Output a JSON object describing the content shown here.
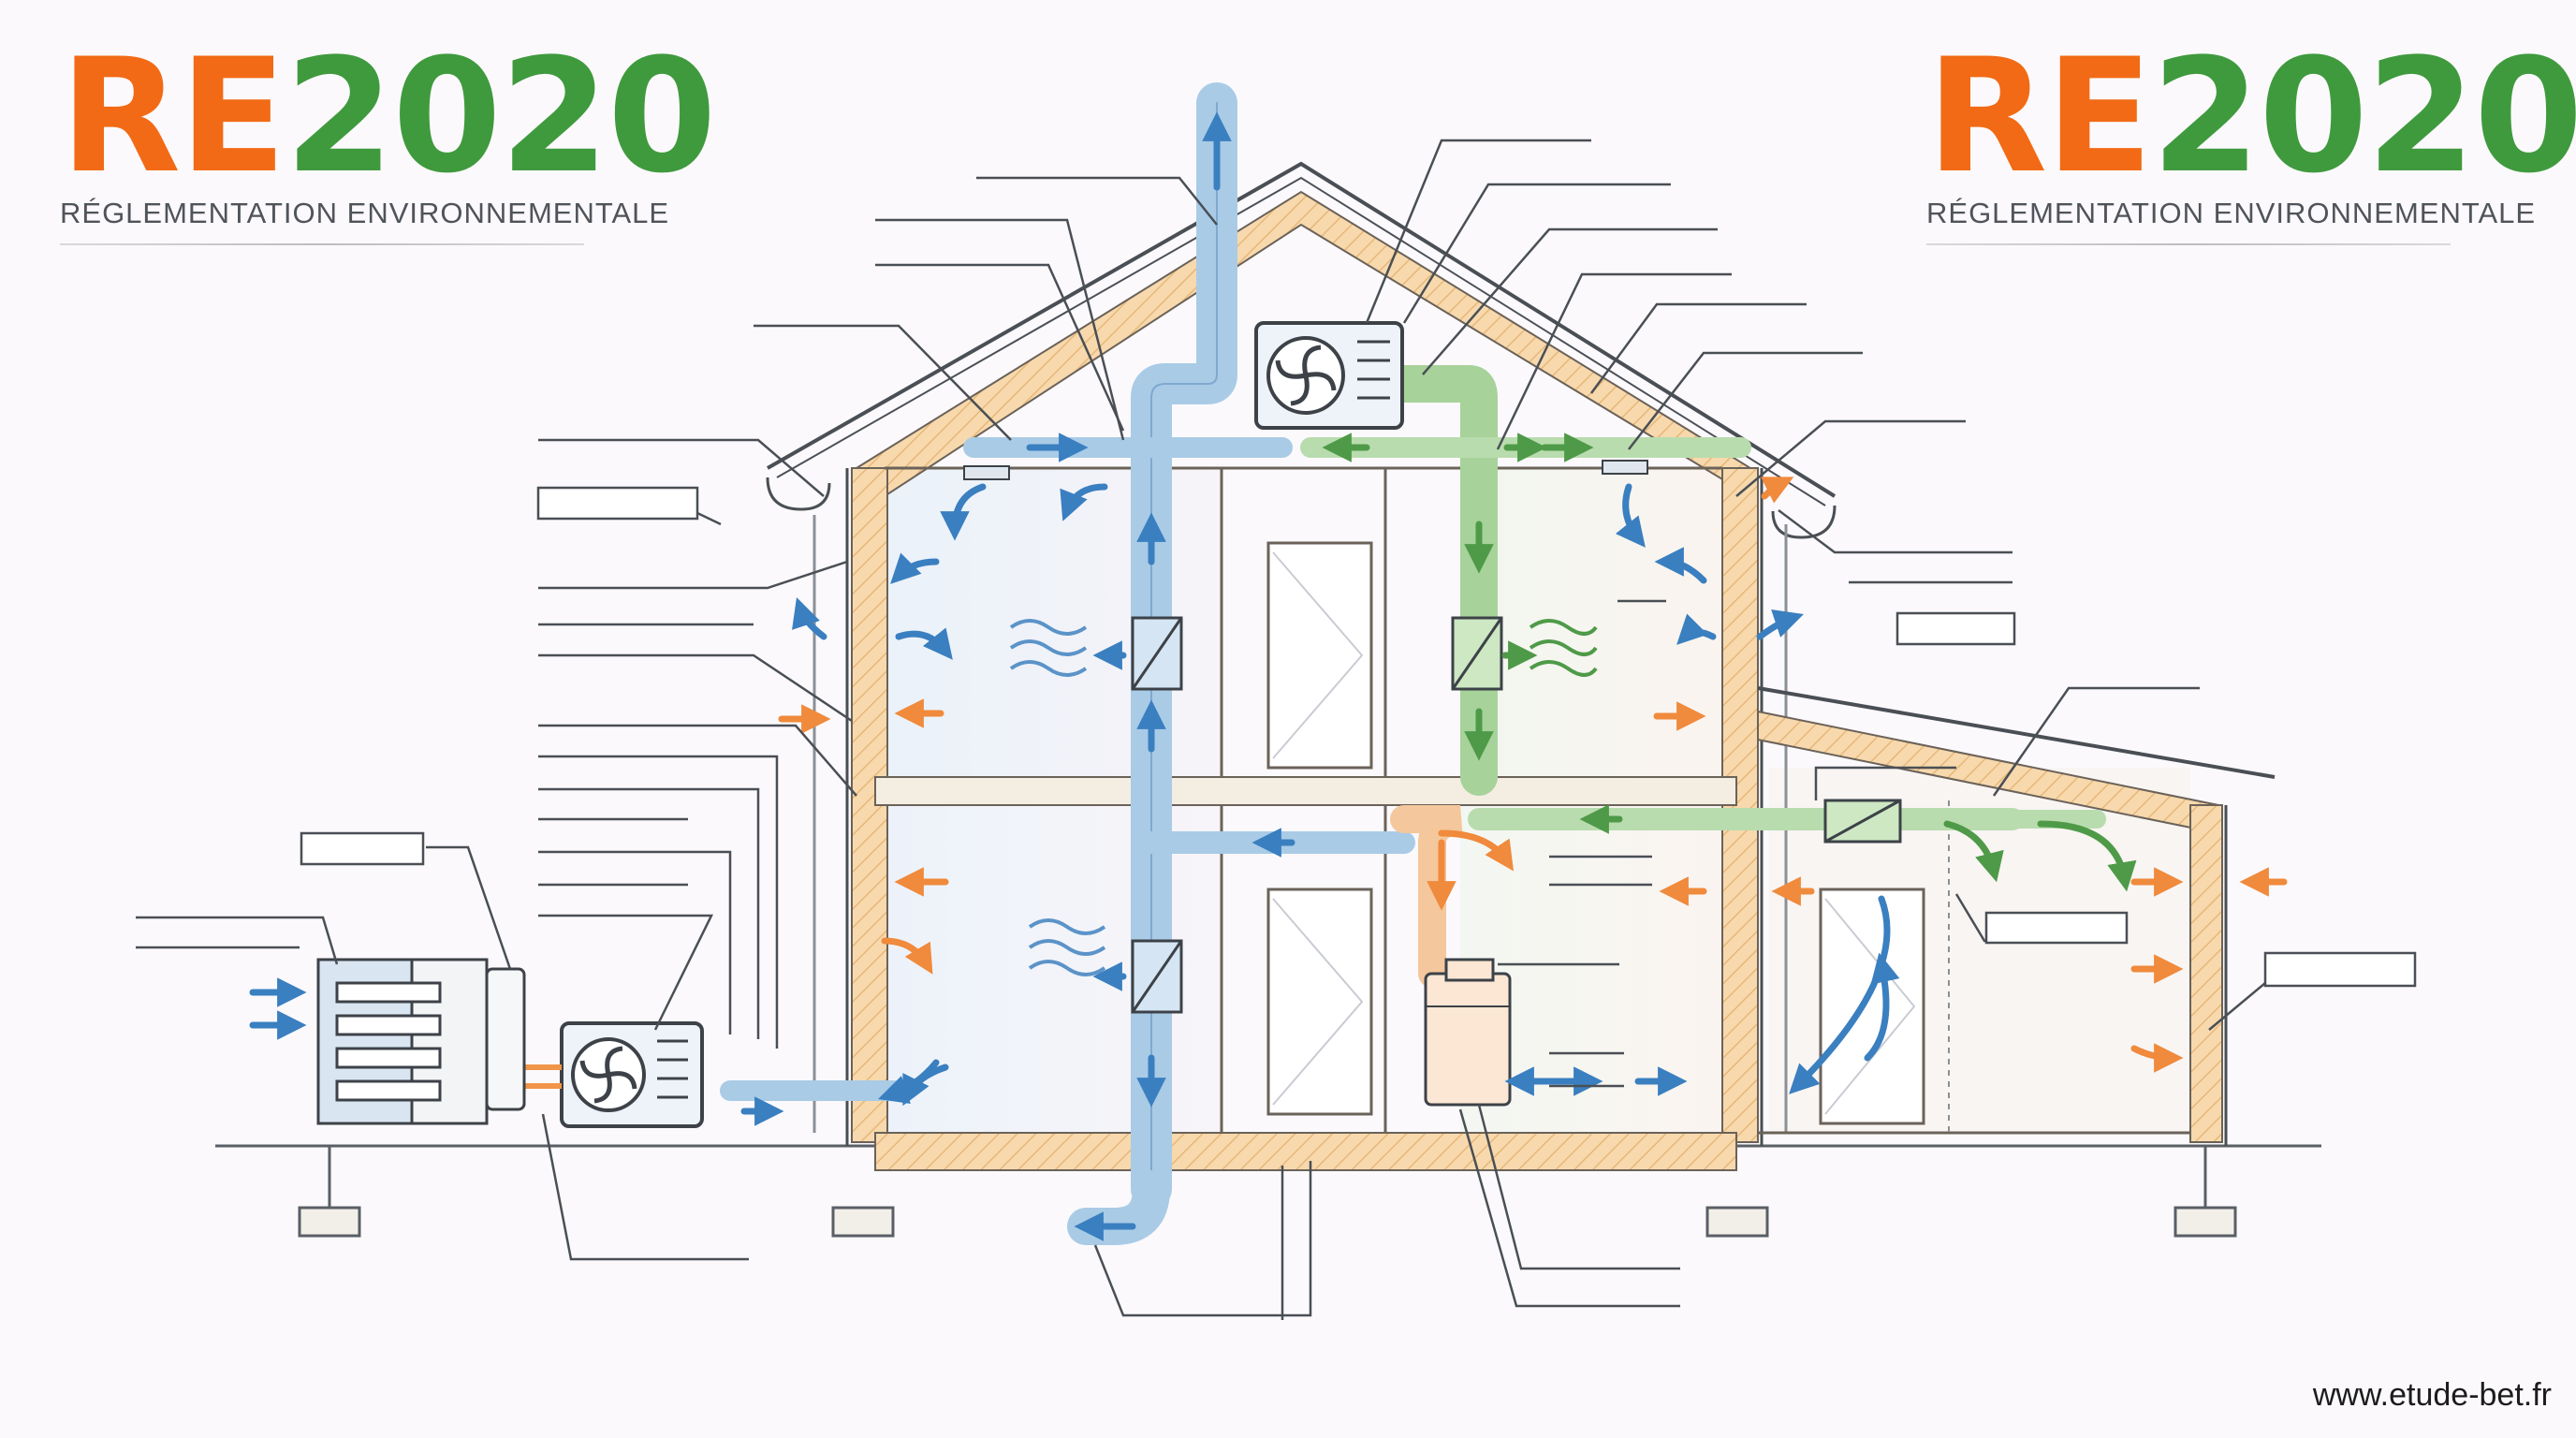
{
  "logos": [
    {
      "re": "RE",
      "year": "2020",
      "tagline": "RÉGLEMENTATION ENVIRONNEMENTALE"
    },
    {
      "re": "RE",
      "year": "2020",
      "tagline": "RÉGLEMENTATION ENVIRONNEMENTALE"
    }
  ],
  "footer": {
    "website": "www.etude-bet.fr"
  },
  "colors": {
    "orange": "#f26a15",
    "green": "#3f9a3d",
    "blue_duct": "#a9cbe6",
    "blue_arrow": "#3a7fc0",
    "green_duct": "#a7d29a",
    "green_arrow": "#4f9a48",
    "orange_arrow": "#f08a3c",
    "insulation": "#f6d3a2",
    "line": "#4a4f55"
  },
  "icons": [
    "fan-icon",
    "heat-exchanger-icon",
    "door-icon",
    "air-wave-icon",
    "flow-arrow-icon"
  ]
}
